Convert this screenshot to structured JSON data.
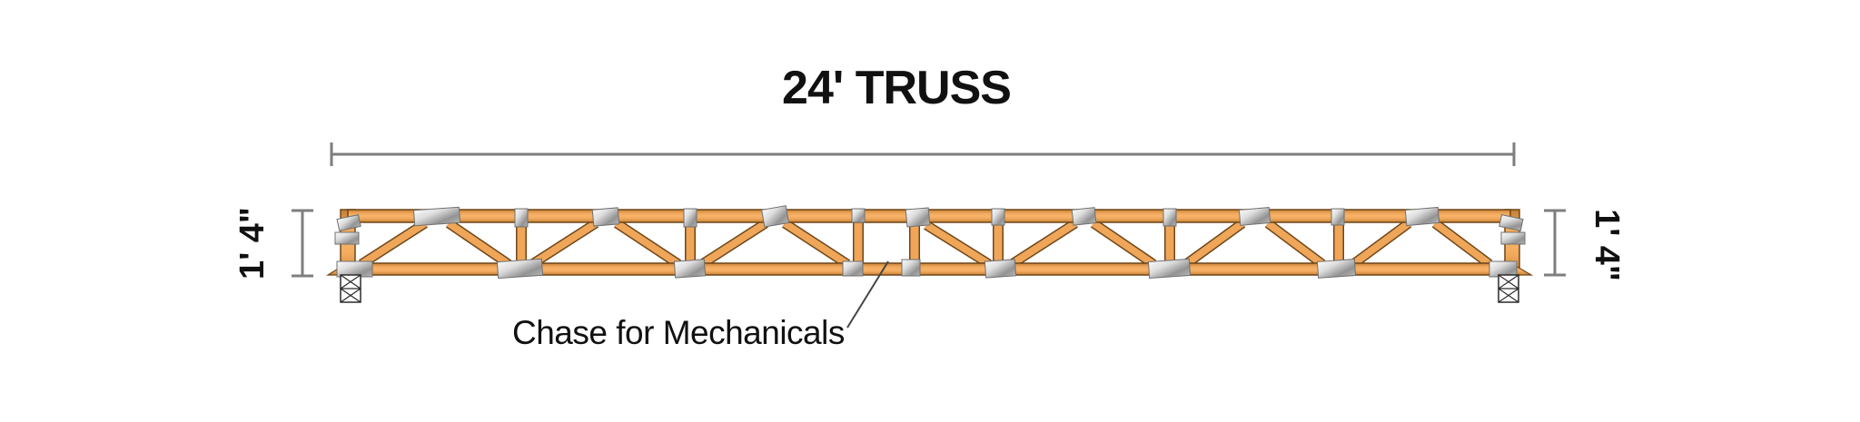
{
  "diagram": {
    "title": "24' TRUSS",
    "chase_annotation": "Chase for Mechanicals",
    "dimensions": {
      "left_height_label": "1' 4\"",
      "right_height_label": "1' 4\""
    },
    "colors": {
      "wood": "#EFA659",
      "wood_outline": "#6E4619",
      "metal_light": "#F7F7F7",
      "metal_dark": "#8E8E8E",
      "dimension_line": "#7E7E7E",
      "leader_line": "#444444",
      "text": "#111111",
      "background": "#FFFFFF"
    }
  }
}
